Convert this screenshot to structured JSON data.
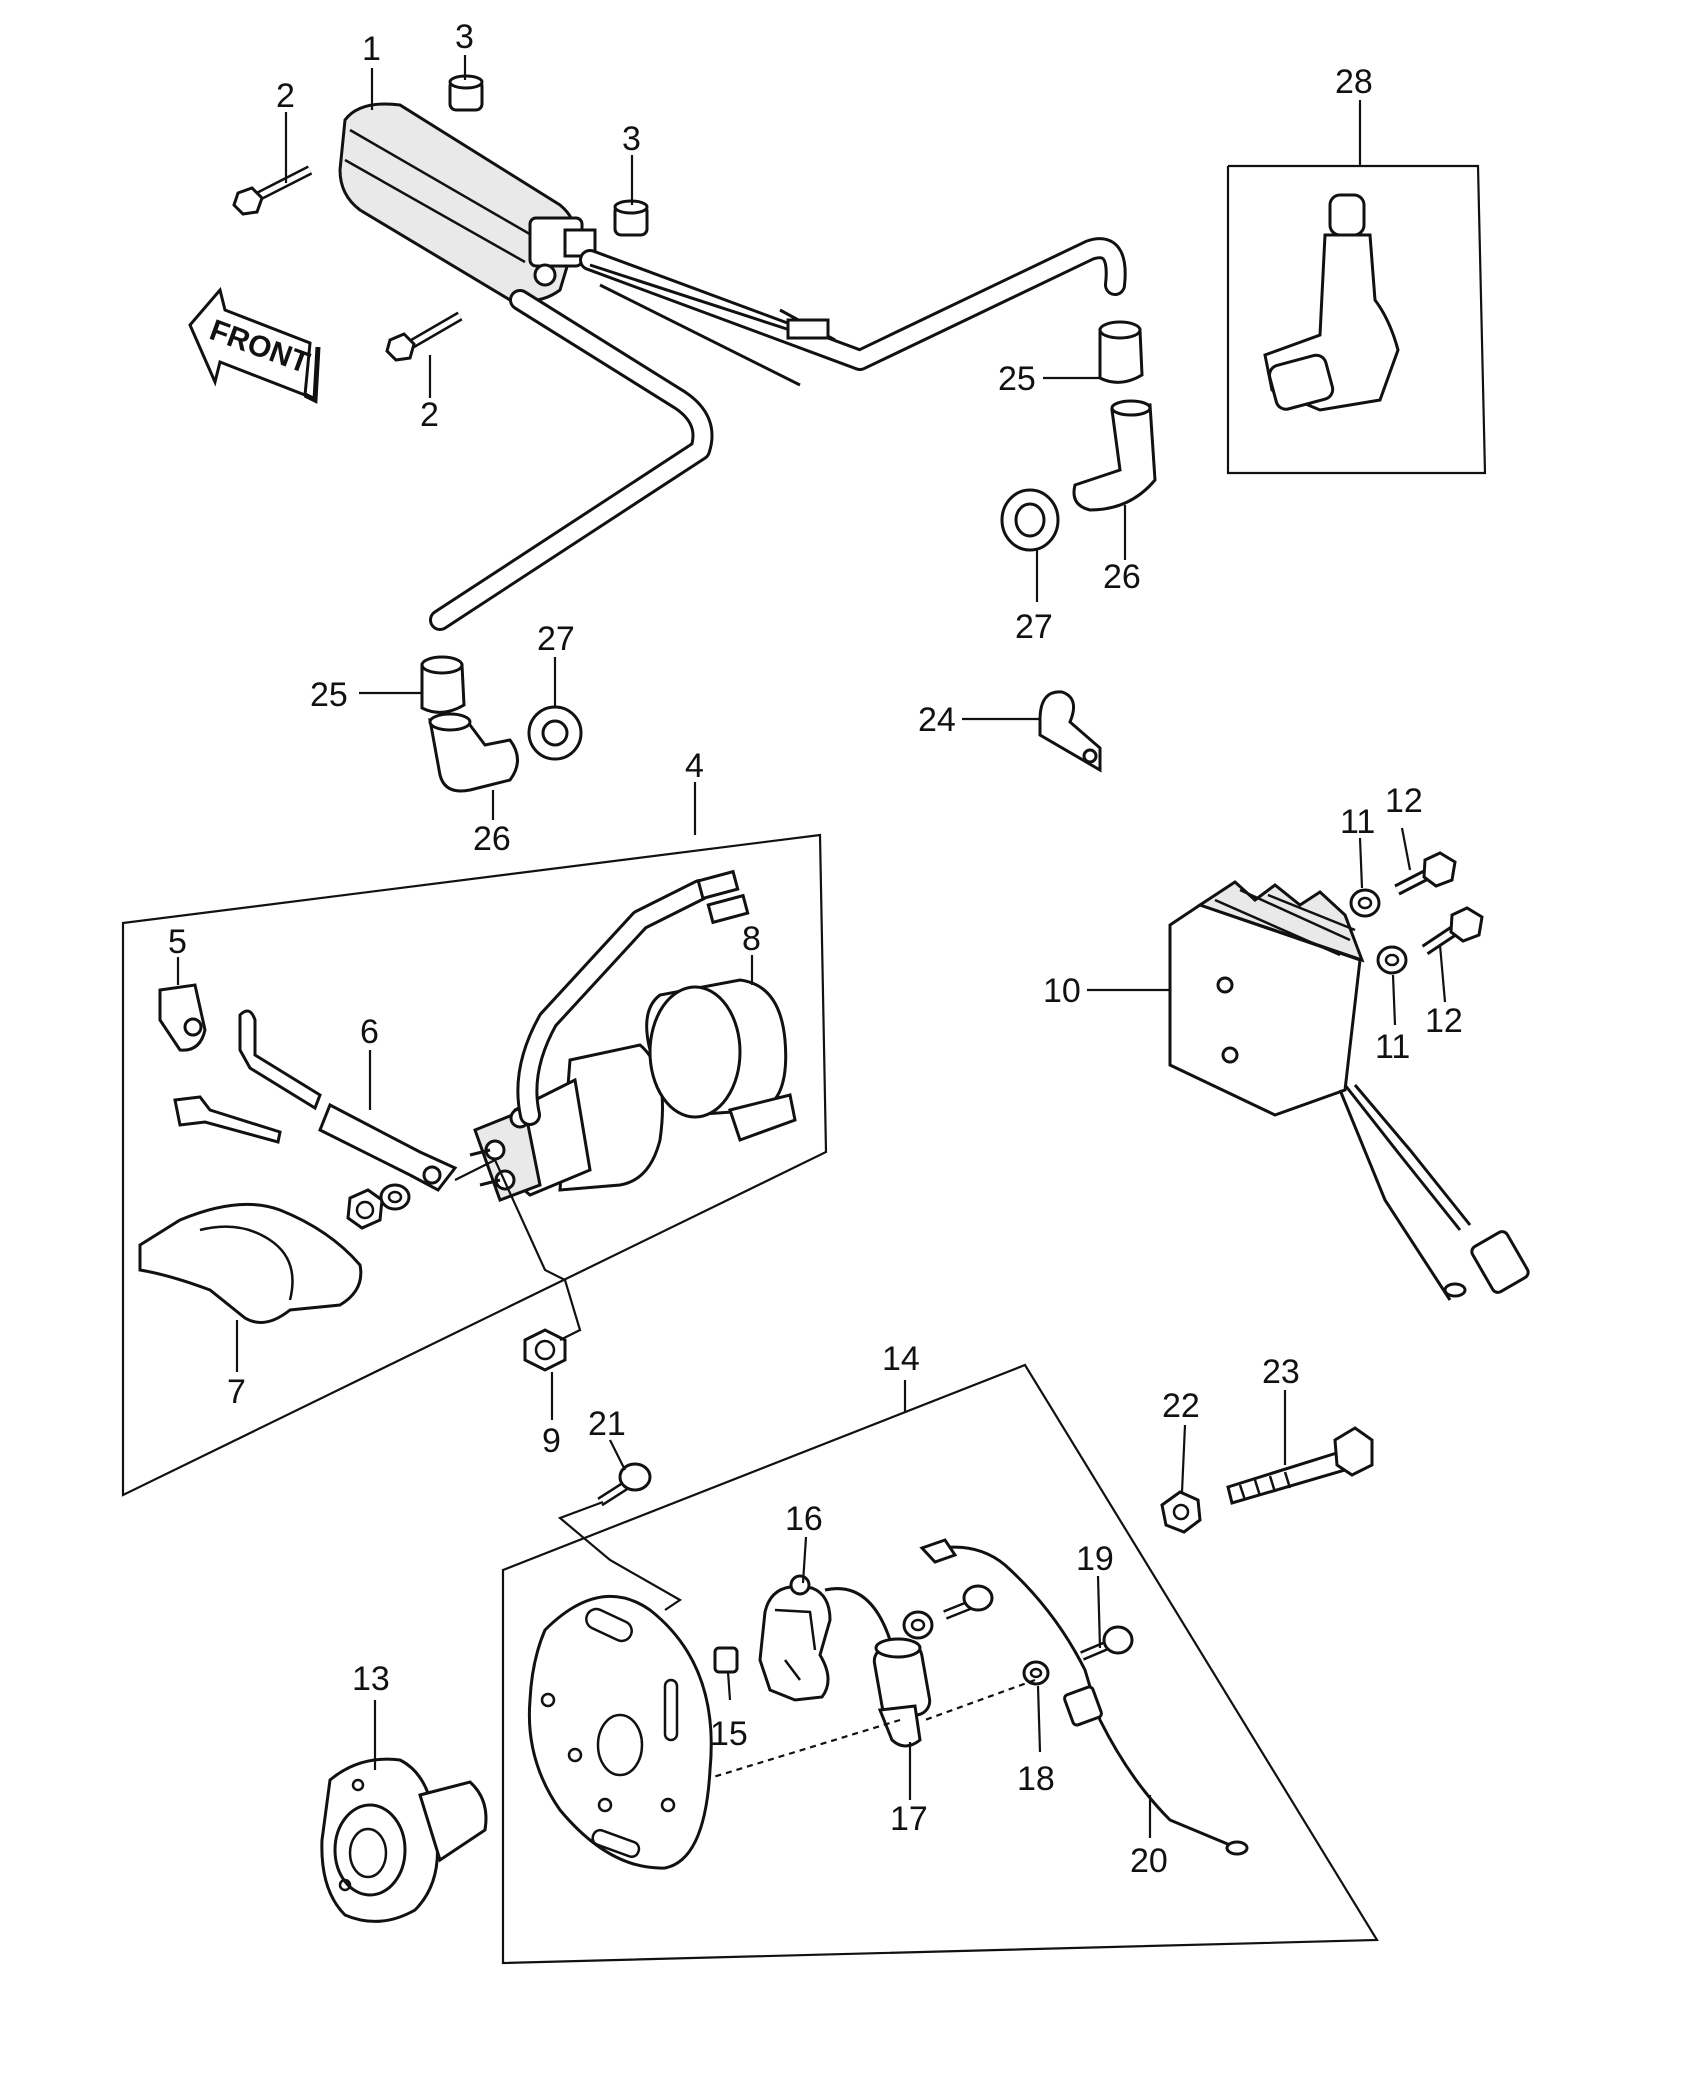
{
  "diagram": {
    "direction_label": "FRONT",
    "callouts": {
      "c1": "1",
      "c2a": "2",
      "c2b": "2",
      "c3a": "3",
      "c3b": "3",
      "c4": "4",
      "c5": "5",
      "c6": "6",
      "c7": "7",
      "c8": "8",
      "c9": "9",
      "c10": "10",
      "c11a": "11",
      "c11b": "11",
      "c12a": "12",
      "c12b": "12",
      "c13": "13",
      "c14": "14",
      "c15": "15",
      "c16": "16",
      "c17": "17",
      "c18": "18",
      "c19": "19",
      "c20": "20",
      "c21": "21",
      "c22": "22",
      "c23": "23",
      "c24": "24",
      "c25a": "25",
      "c25b": "25",
      "c26a": "26",
      "c26b": "26",
      "c27a": "27",
      "c27b": "27",
      "c28": "28"
    }
  }
}
